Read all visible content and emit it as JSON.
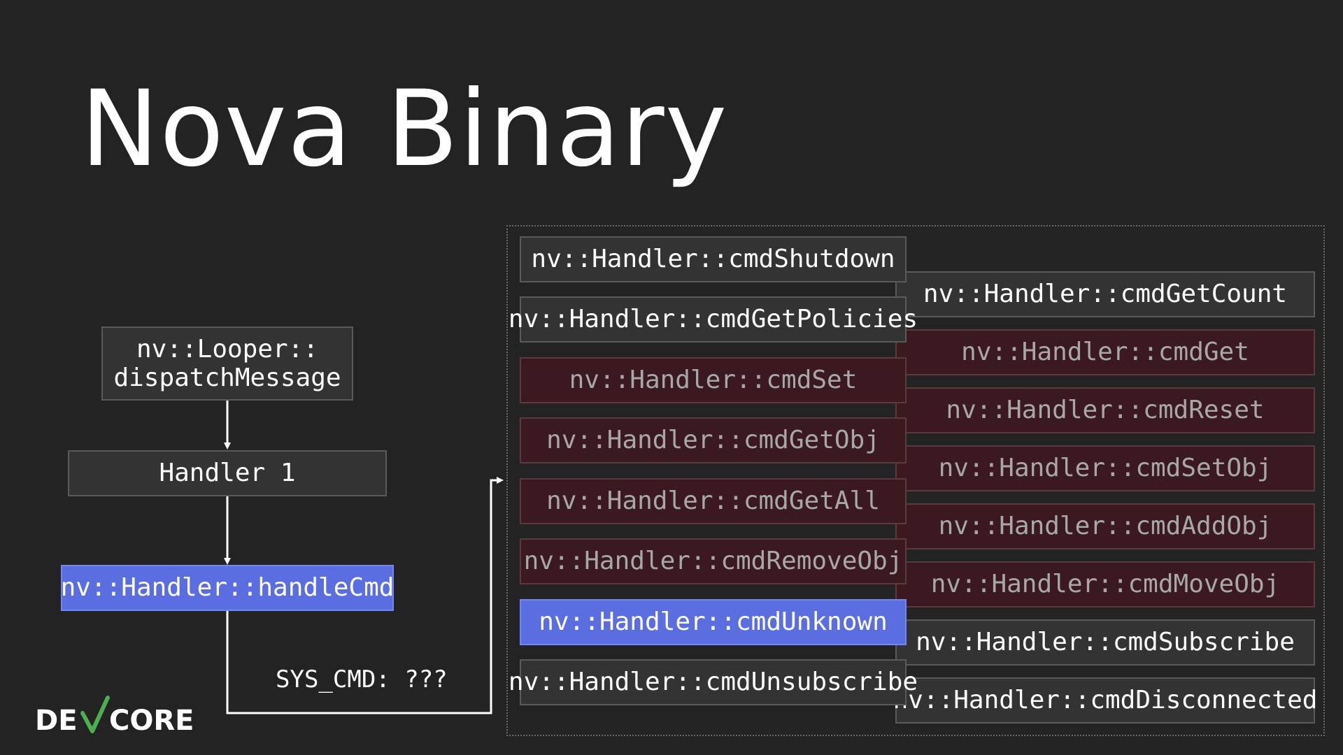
{
  "title": "Nova Binary",
  "flow": {
    "looper_line1": "nv::Looper::",
    "looper_line2": "dispatchMessage",
    "handler": "Handler 1",
    "handle_cmd": "nv::Handler::handleCmd",
    "edge_label": "SYS_CMD: ???"
  },
  "handlers_left": [
    {
      "label": "nv::Handler::cmdShutdown",
      "state": "normal"
    },
    {
      "label": "nv::Handler::cmdGetPolicies",
      "state": "normal"
    },
    {
      "label": "nv::Handler::cmdSet",
      "state": "dimmed"
    },
    {
      "label": "nv::Handler::cmdGetObj",
      "state": "dimmed"
    },
    {
      "label": "nv::Handler::cmdGetAll",
      "state": "dimmed"
    },
    {
      "label": "nv::Handler::cmdRemoveObj",
      "state": "dimmed"
    },
    {
      "label": "nv::Handler::cmdUnknown",
      "state": "highlighted"
    },
    {
      "label": "nv::Handler::cmdUnsubscribe",
      "state": "normal"
    }
  ],
  "handlers_right": [
    {
      "label": "nv::Handler::cmdGetCount",
      "state": "normal"
    },
    {
      "label": "nv::Handler::cmdGet",
      "state": "dimmed"
    },
    {
      "label": "nv::Handler::cmdReset",
      "state": "dimmed"
    },
    {
      "label": "nv::Handler::cmdSetObj",
      "state": "dimmed"
    },
    {
      "label": "nv::Handler::cmdAddObj",
      "state": "dimmed"
    },
    {
      "label": "nv::Handler::cmdMoveObj",
      "state": "dimmed"
    },
    {
      "label": "nv::Handler::cmdSubscribe",
      "state": "normal"
    },
    {
      "label": "nv::Handler::cmdDisconnected",
      "state": "normal"
    }
  ],
  "logo": {
    "text_left": "DE",
    "text_right": "CORE",
    "accent": "#4caf50"
  },
  "colors": {
    "background": "#232323",
    "highlight": "#5b6ee1",
    "dimmed": "#3a1a20",
    "normal": "#333333"
  }
}
